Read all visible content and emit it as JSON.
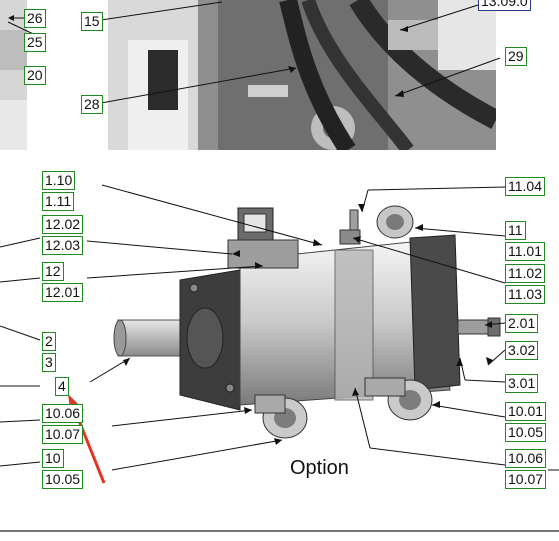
{
  "top_photo": {
    "callouts": {
      "c15": "15",
      "c26": "26",
      "c25": "25",
      "c20": "20",
      "c28": "28",
      "c29": "29",
      "c13": "13.09.0"
    }
  },
  "pump_drawing": {
    "left_callouts": {
      "c110": "1.10",
      "c111": "1.11",
      "c1202": "12.02",
      "c1203": "12.03",
      "c12": "12",
      "c1201": "12.01",
      "c2": "2",
      "c3": "3",
      "c4": "4",
      "c1006": "10.06",
      "c1007": "10.07",
      "c10": "10",
      "c1005": "10.05"
    },
    "right_callouts": {
      "c1104": "11.04",
      "c11": "11",
      "c1101": "11.01",
      "c1102": "11.02",
      "c1103": "11.03",
      "c201": "2.01",
      "c302": "3.02",
      "c301": "3.01",
      "c1001": "10.01",
      "c1005": "10.05",
      "c1006": "10.06",
      "c1007": "10.07"
    },
    "option_label": "Option"
  },
  "colors": {
    "callout_border": "#1f8a1f",
    "highlight_arrow": "#e53323",
    "callout_border_blue": "#2a3c8a"
  }
}
